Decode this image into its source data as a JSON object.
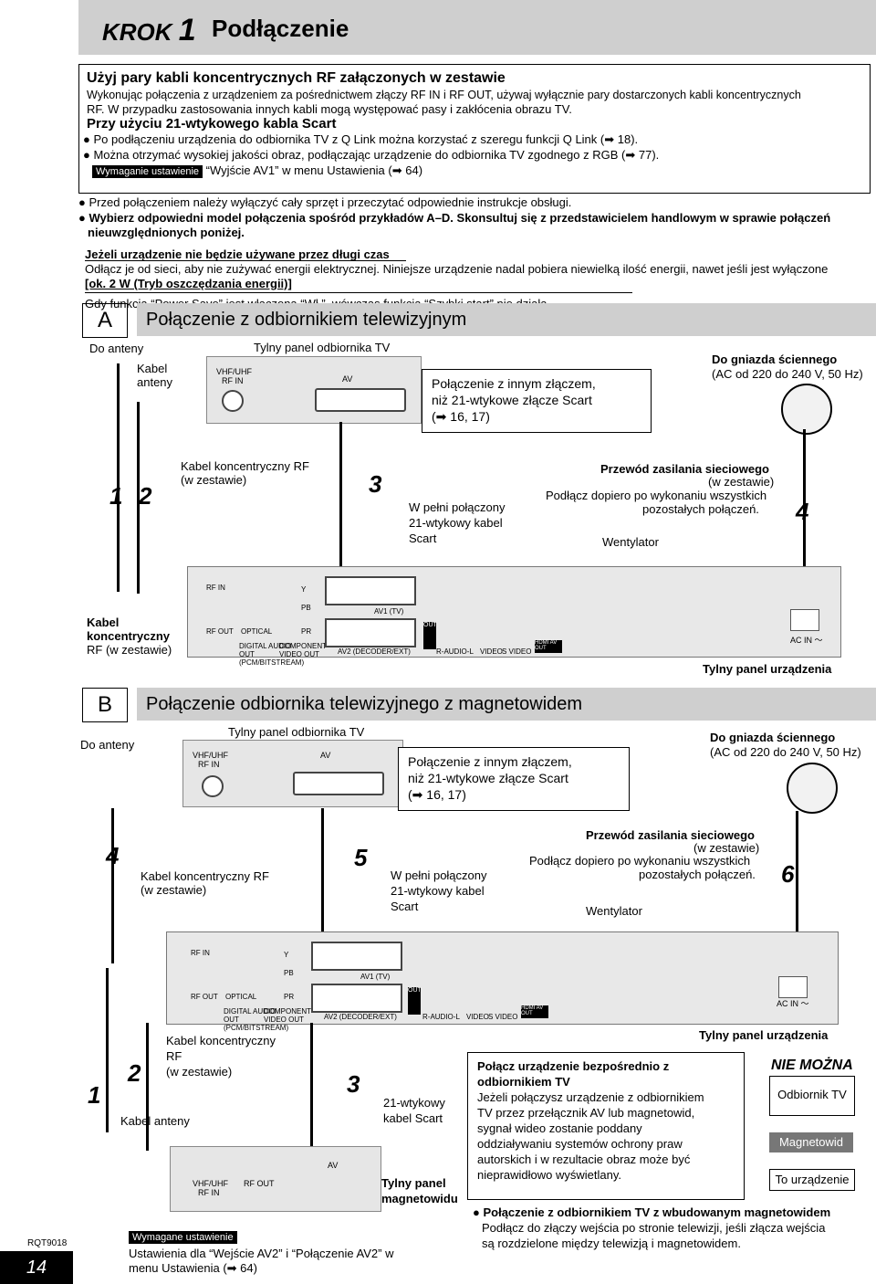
{
  "header": {
    "krok": "KROK",
    "num": "1",
    "title": "Podłączenie"
  },
  "intro": {
    "h1": "Użyj pary kabli koncentrycznych RF załączonych w zestawie",
    "p1": "Wykonując połączenia z urządzeniem za pośrednictwem złączy RF IN i RF OUT, używaj wyłącznie pary dostarczonych kabli koncentrycznych",
    "p1b": "RF. W przypadku zastosowania innych kabli mogą występować pasy i zakłócenia obrazu TV.",
    "h2": "Przy użyciu 21-wtykowego kabla Scart",
    "b1": "Po podłączeniu urządzenia do odbiornika TV z Q Link można korzystać z szeregu funkcji Q Link (➡ 18).",
    "b2": "Można otrzymać wysokiej jakości obraz, podłączając urządzenie do odbiornika TV zgodnego z RGB (➡ 77).",
    "badge": "Wymaganie ustawienie",
    "badge_text": "“Wyjście AV1” w menu Ustawienia (➡ 64)",
    "b3": "Przed połączeniem należy wyłączyć cały sprzęt i przeczytać odpowiednie instrukcje obsługi.",
    "b4": "Wybierz odpowiedni model połączenia spośród przykładów A–D. Skonsultuj się z przedstawicielem handlowym w sprawie połączeń",
    "b4b": "nieuwzględnionych poniżej.",
    "h3": "Jeżeli urządzenie nie będzie używane przez długi czas",
    "p3": "Odłącz je od sieci, aby nie zużywać energii elektrycznej. Niniejsze urządzenie nadal pobiera niewielką ilość energii, nawet jeśli jest wyłączone",
    "p3b": "[ok. 2 W (Tryb oszczędzania energii)]",
    "p4": "Gdy funkcja “Power Save” jest włączona “Wł.”, wówczas funkcja “Szybki start” nie działa."
  },
  "sectionA": {
    "letter": "A",
    "title": "Połączenie z odbiornikiem telewizyjnym",
    "do_anteny": "Do anteny",
    "kabel_anteny": [
      "Kabel",
      "anteny"
    ],
    "tv_panel": "Tylny panel odbiornika TV",
    "vhf": [
      "VHF/UHF",
      "RF IN"
    ],
    "av": "AV",
    "other": [
      "Połączenie z innym złączem,",
      "niż 21-wtykowe złącze Scart",
      "(➡ 16, 17)"
    ],
    "wall": [
      "Do gniazda ściennego",
      "(AC od 220 do 240 V, 50 Hz)"
    ],
    "n1": "1",
    "n2": "2",
    "n3": "3",
    "n4": "4",
    "rf_cable": [
      "Kabel koncentryczny RF",
      "(w zestawie)"
    ],
    "scart": [
      "W pełni połączony",
      "21-wtykowy kabel",
      "Scart"
    ],
    "power": [
      "Przewód zasilania sieciowego",
      "(w zestawie)",
      "Podłącz dopiero po wykonaniu wszystkich",
      "pozostałych połączeń."
    ],
    "fan": "Wentylator",
    "rf_left": [
      "Kabel",
      "koncentryczny",
      "RF (w zestawie)"
    ],
    "rear": "Tylny panel urządzenia",
    "ac_in": "AC IN ～"
  },
  "sectionB": {
    "letter": "B",
    "title": "Połączenie odbiornika telewizyjnego z magnetowidem",
    "do_anteny": "Do anteny",
    "tv_panel": "Tylny panel odbiornika TV",
    "vhf": [
      "VHF/UHF",
      "RF IN"
    ],
    "av": "AV",
    "other": [
      "Połączenie z innym złączem,",
      "niż 21-wtykowe złącze Scart",
      "(➡ 16, 17)"
    ],
    "wall": [
      "Do gniazda ściennego",
      "(AC od 220 do 240 V, 50 Hz)"
    ],
    "n4": "4",
    "n5": "5",
    "n6": "6",
    "n1": "1",
    "n2": "2",
    "n3": "3",
    "rf_cable": [
      "Kabel koncentryczny RF",
      "(w zestawie)"
    ],
    "scart": [
      "W pełni połączony",
      "21-wtykowy kabel",
      "Scart"
    ],
    "power": [
      "Przewód zasilania sieciowego",
      "(w zestawie)",
      "Podłącz dopiero po wykonaniu wszystkich",
      "pozostałych połączeń."
    ],
    "fan": "Wentylator",
    "rear": "Tylny panel urządzenia",
    "ac_in": "AC IN ～",
    "rf2": [
      "Kabel koncentryczny",
      "RF",
      "(w zestawie)"
    ],
    "kabel_anteny": "Kabel anteny",
    "scart21": [
      "21-wtykowy",
      "kabel Scart"
    ],
    "vcr_panel": [
      "Tylny panel",
      "magnetowidu"
    ],
    "vcr_vhf": [
      "VHF/UHF",
      "RF IN"
    ],
    "vcr_rfout": "RF OUT",
    "vcr_av": "AV",
    "badge": "Wymagane ustawienie",
    "badge_text": [
      "Ustawienia dla “Wejście AV2” i “Połączenie AV2” w",
      "menu Ustawienia (➡ 64)"
    ],
    "direct": [
      "Połącz urządzenie bezpośrednio z",
      "odbiornikiem TV",
      "Jeżeli połączysz urządzenie z odbiornikiem",
      "TV przez przełącznik AV lub magnetowid,",
      "sygnał wideo zostanie poddany",
      "oddziaływaniu systemów ochrony praw",
      "autorskich i w rezultacie obraz może być",
      "nieprawidłowo wyświetlany."
    ],
    "nie_mozna": "NIE MOŻNA",
    "odb_tv": "Odbiornik TV",
    "magnetowid": "Magnetowid",
    "to_urz": "To urządzenie",
    "built_in_h": "Połączenie z odbiornikiem TV z wbudowanym magnetowidem",
    "built_in": [
      "Podłącz do złączy wejścia po stronie telewizji, jeśli złącza wejścia",
      "są rozdzielone między telewizją i magnetowidem."
    ]
  },
  "footer": {
    "code": "RQT9018",
    "page": "14"
  },
  "rear_labels": {
    "rf_in": "RF IN",
    "rf_out": "RF OUT",
    "optical": "OPTICAL",
    "digital": "DIGITAL AUDIO OUT (PCM/BITSTREAM)",
    "component": "COMPONENT VIDEO OUT",
    "y": "Y",
    "pb": "PB",
    "pr": "PR",
    "av1": "AV1 (TV)",
    "av2": "AV2 (DECODER/EXT)",
    "out": "OUT",
    "raudio": "R-AUDIO-L",
    "video": "VIDEO",
    "svideo": "S VIDEO",
    "hdmi": "HDMI AV OUT"
  }
}
